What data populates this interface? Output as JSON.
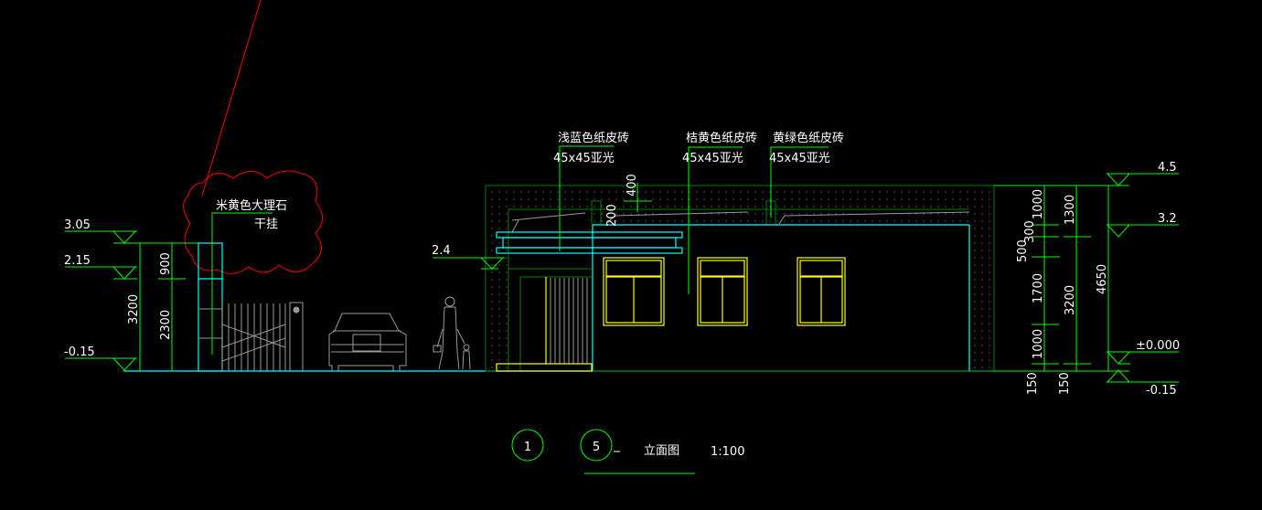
{
  "colors": {
    "background": "#000000",
    "dimension": "#00ff00",
    "outline": "#00ffff",
    "window": "#ffff00",
    "revision_cloud": "#ff0000",
    "entourage": "#9a9a9a"
  },
  "left_levels": [
    "3.05",
    "2.15",
    "-0.15"
  ],
  "left_dims": {
    "total": "3200",
    "upper": "900",
    "lower": "2300"
  },
  "gate_note": {
    "line1": "米黄色大理石",
    "line2": "干挂"
  },
  "canopy_level": "2.4",
  "material_notes": [
    {
      "name": "浅蓝色纸皮砖",
      "spec": "45x45亚光"
    },
    {
      "name": "桔黄色纸皮砖",
      "spec": "45x45亚光"
    },
    {
      "name": "黄绿色纸皮砖",
      "spec": "45x45亚光"
    }
  ],
  "parapet_dims": {
    "a": "400",
    "b": "200"
  },
  "right_dims": {
    "col1": [
      "1000",
      "500",
      "300",
      "1700",
      "1000"
    ],
    "col2": [
      "1300",
      "3200"
    ],
    "total": "4650",
    "base": [
      "150",
      "150"
    ]
  },
  "right_levels": [
    "4.5",
    "3.2",
    "±0.000",
    "-0.15"
  ],
  "title": {
    "axis_a": "1",
    "axis_b": "5",
    "name": "立面图",
    "scale": "1:100"
  }
}
